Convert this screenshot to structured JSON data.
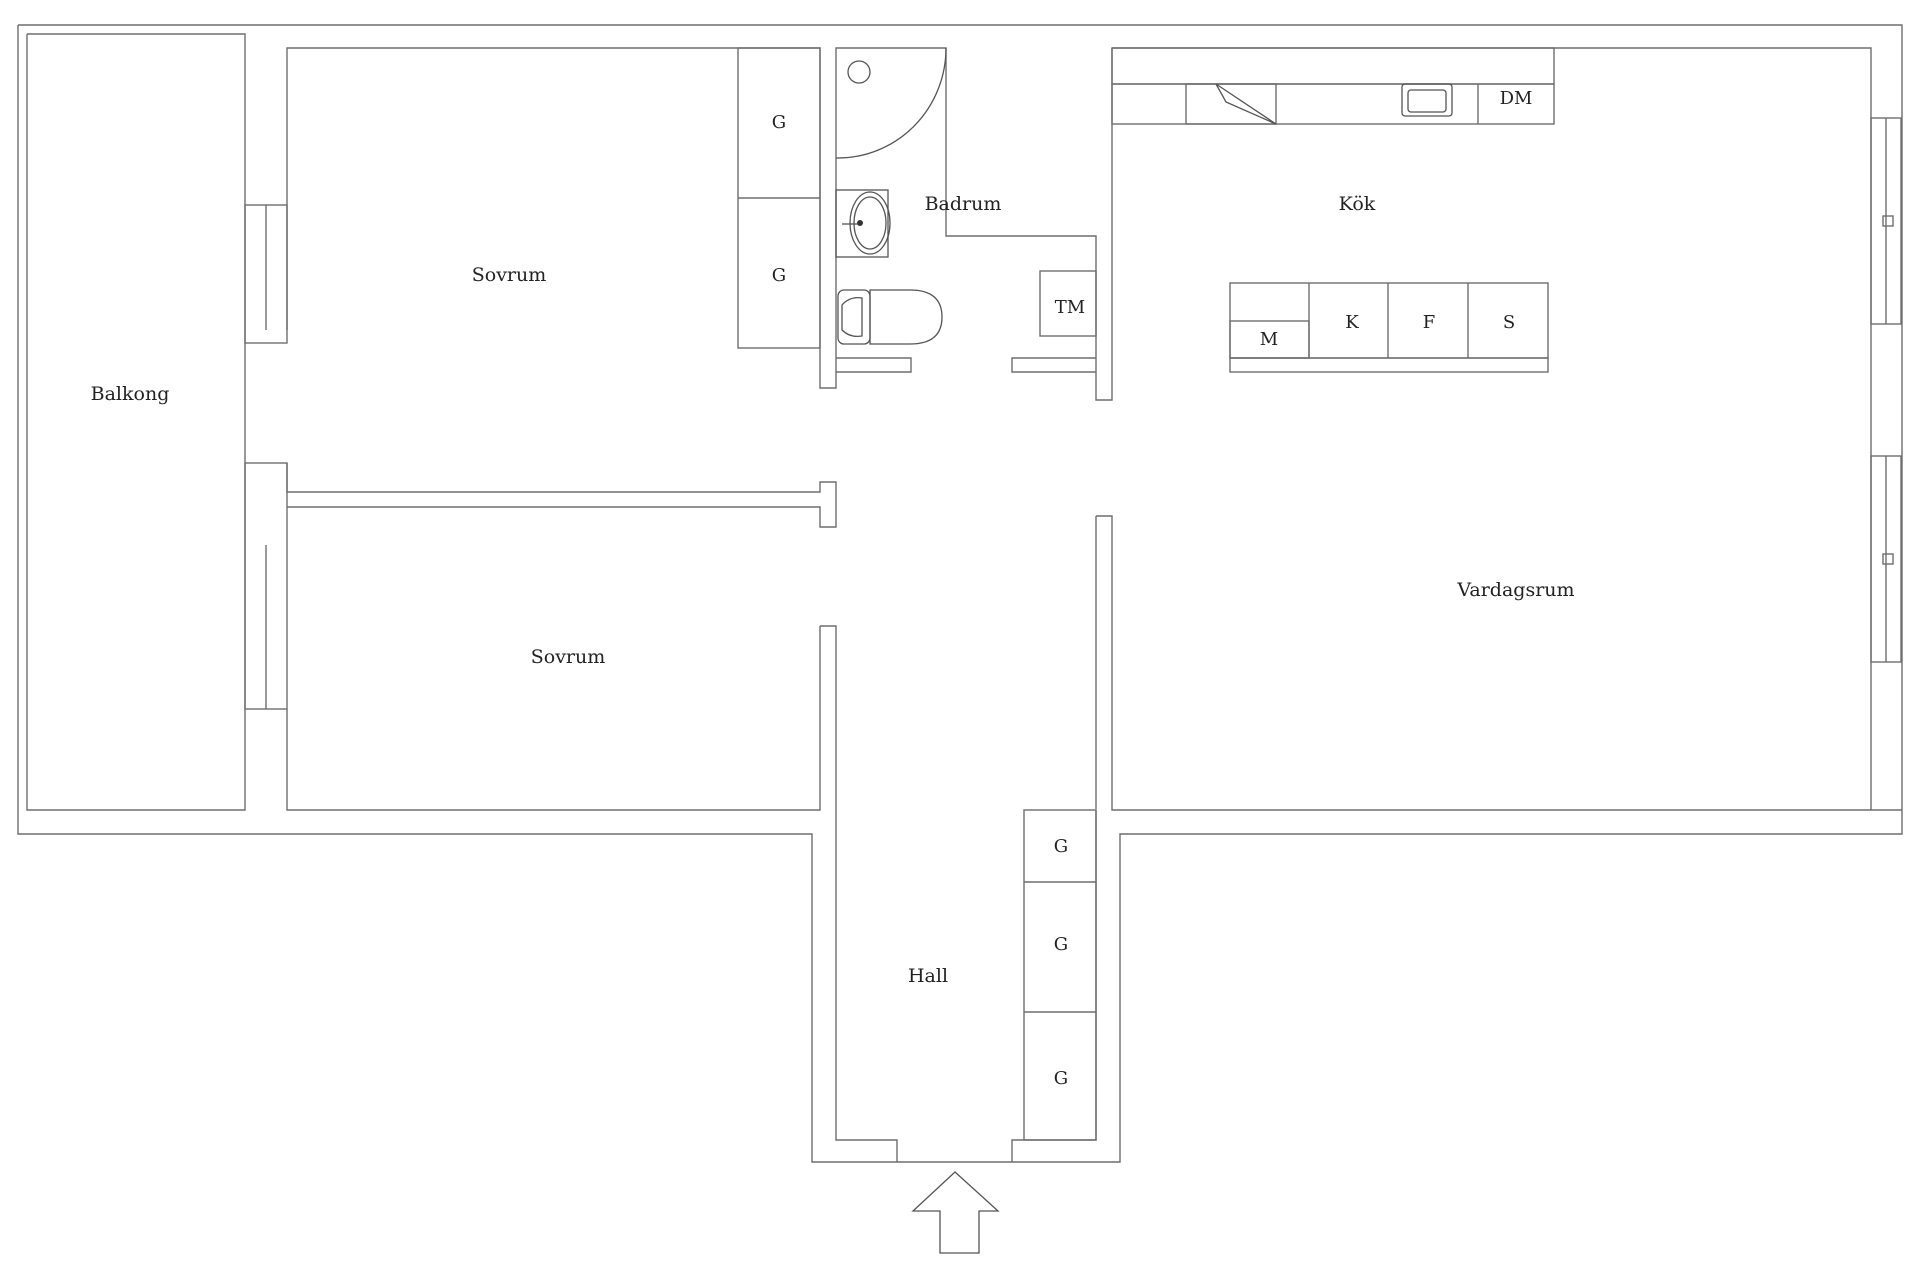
{
  "rooms": {
    "balkong": "Balkong",
    "sovrum_top": "Sovrum",
    "sovrum_bottom": "Sovrum",
    "badrum": "Badrum",
    "kok": "Kök",
    "vardagsrum": "Vardagsrum",
    "hall": "Hall"
  },
  "fixtures": {
    "closet_bed1_a": "G",
    "closet_bed1_b": "G",
    "tm": "TM",
    "dm": "DM",
    "m": "M",
    "k": "K",
    "f": "F",
    "s": "S",
    "hall_closet_a": "G",
    "hall_closet_b": "G",
    "hall_closet_c": "G"
  },
  "icons": {
    "entrance": "entrance-arrow-icon",
    "shower": "shower-icon",
    "sink": "sink-icon",
    "toilet": "toilet-icon",
    "kitchen_sink": "kitchen-sink-icon",
    "stove": "stove-icon"
  },
  "colors": {
    "wall": "#6e6e6e",
    "background": "#ffffff",
    "text": "#222222"
  }
}
